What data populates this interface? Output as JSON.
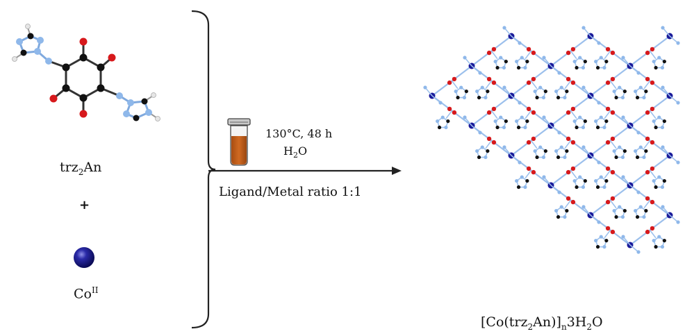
{
  "reactant_ligand": {
    "name": "trz",
    "sub": "2",
    "suffix": "An"
  },
  "plus_sign": "+",
  "reactant_metal": {
    "symbol": "Co",
    "oxidation": "II"
  },
  "conditions": {
    "temperature_time": "130°C, 48 h",
    "solvent_prefix": "H",
    "solvent_sub": "2",
    "solvent_suffix": "O",
    "ratio": "Ligand/Metal ratio 1:1"
  },
  "product": {
    "open": "[Co(trz",
    "sub1": "2",
    "mid": "An)]",
    "sub2": "n",
    "water_prefix": "3H",
    "sub3": "2",
    "water_suffix": "O"
  },
  "colors": {
    "carbon": "#111111",
    "oxygen": "#d7191c",
    "nitrogen": "#8fb8ea",
    "hydrogen": "#dddddd",
    "cobalt": "#1a1a9a",
    "vial_liquid": "#c0601c"
  }
}
